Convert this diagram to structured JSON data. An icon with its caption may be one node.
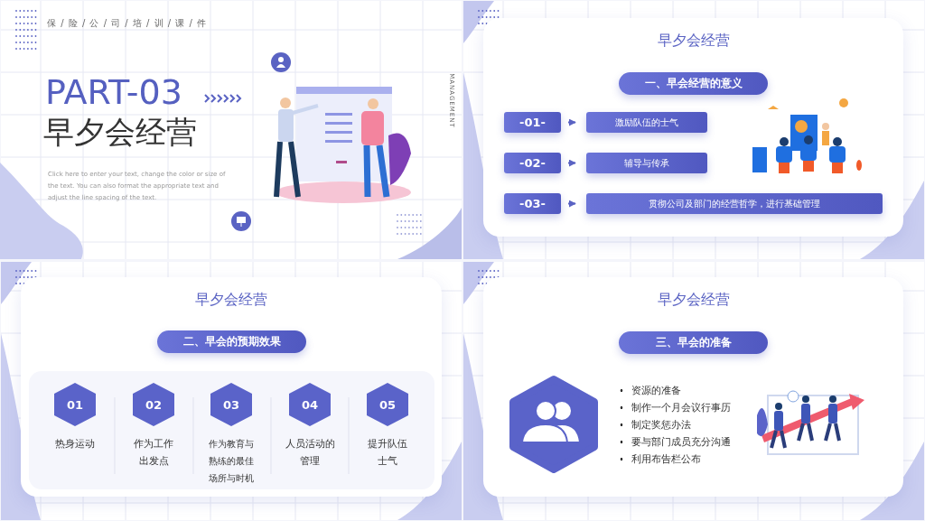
{
  "diagram": {
    "nodes": [
      {
        "text": [
          "一、早会经营的意义"
        ]
      },
      {
        "text": [
          "-01-"
        ]
      },
      {
        "text": [
          "激励队伍的士气"
        ]
      },
      {
        "text": [
          "-02-"
        ]
      },
      {
        "text": [
          "辅导与传承"
        ]
      },
      {
        "text": [
          "-03-"
        ]
      },
      {
        "text": [
          "贯彻公司及部门的经营哲学，进行基础管理"
        ]
      },
      {
        "text": [
          "二、早会的预期效果"
        ]
      },
      {
        "text": [
          "01"
        ],
        "beside": [
          "热身运动"
        ]
      },
      {
        "text": [
          "02"
        ],
        "beside": [
          "作为工作出发点"
        ]
      },
      {
        "text": [
          "03"
        ],
        "beside": [
          "作为教育与熟练的最佳场所与时机"
        ]
      },
      {
        "text": [
          "04"
        ],
        "beside": [
          "人员活动的管理"
        ]
      },
      {
        "text": [
          "05"
        ],
        "beside": [
          "提升队伍士气"
        ]
      },
      {
        "text": [
          "三、早会的准备"
        ]
      }
    ],
    "edges": [
      {
        "from": 1,
        "to": 2,
        "arrow": "to"
      },
      {
        "from": 3,
        "to": 4,
        "arrow": "to"
      },
      {
        "from": 5,
        "to": 6,
        "arrow": "to"
      }
    ],
    "labels": [
      "保 / 险 / 公 / 司 / 培 / 训 / 课 / 件",
      "PART-03",
      "早夕会经营",
      "Click here to enter your text, change the color or size of the text. You can also format the appropriate text and adjust the line spacing of the text.",
      "MANAGEMENT",
      "早夕会经营",
      "早夕会经营",
      "早夕会经营",
      "资源的准备",
      "制作一个月会议行事历",
      "制定奖惩办法",
      "要与部门成员充分沟通",
      "利用布告栏公布"
    ]
  }
}
